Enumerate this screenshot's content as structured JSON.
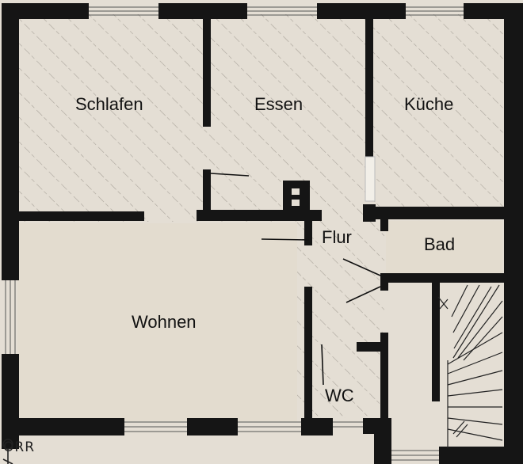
{
  "floor_plan": {
    "rooms": [
      {
        "id": "schlafen",
        "label": "Schlafen"
      },
      {
        "id": "essen",
        "label": "Essen"
      },
      {
        "id": "kueche",
        "label": "Küche"
      },
      {
        "id": "flur",
        "label": "Flur"
      },
      {
        "id": "bad",
        "label": "Bad"
      },
      {
        "id": "wohnen",
        "label": "Wohnen"
      },
      {
        "id": "wc",
        "label": "WC"
      }
    ],
    "corner_marker": "ORR",
    "colors": {
      "paper": "#e4ded4",
      "wall": "#151515",
      "hatch": "#a9a39a",
      "highlight": "#e3dccf"
    }
  }
}
